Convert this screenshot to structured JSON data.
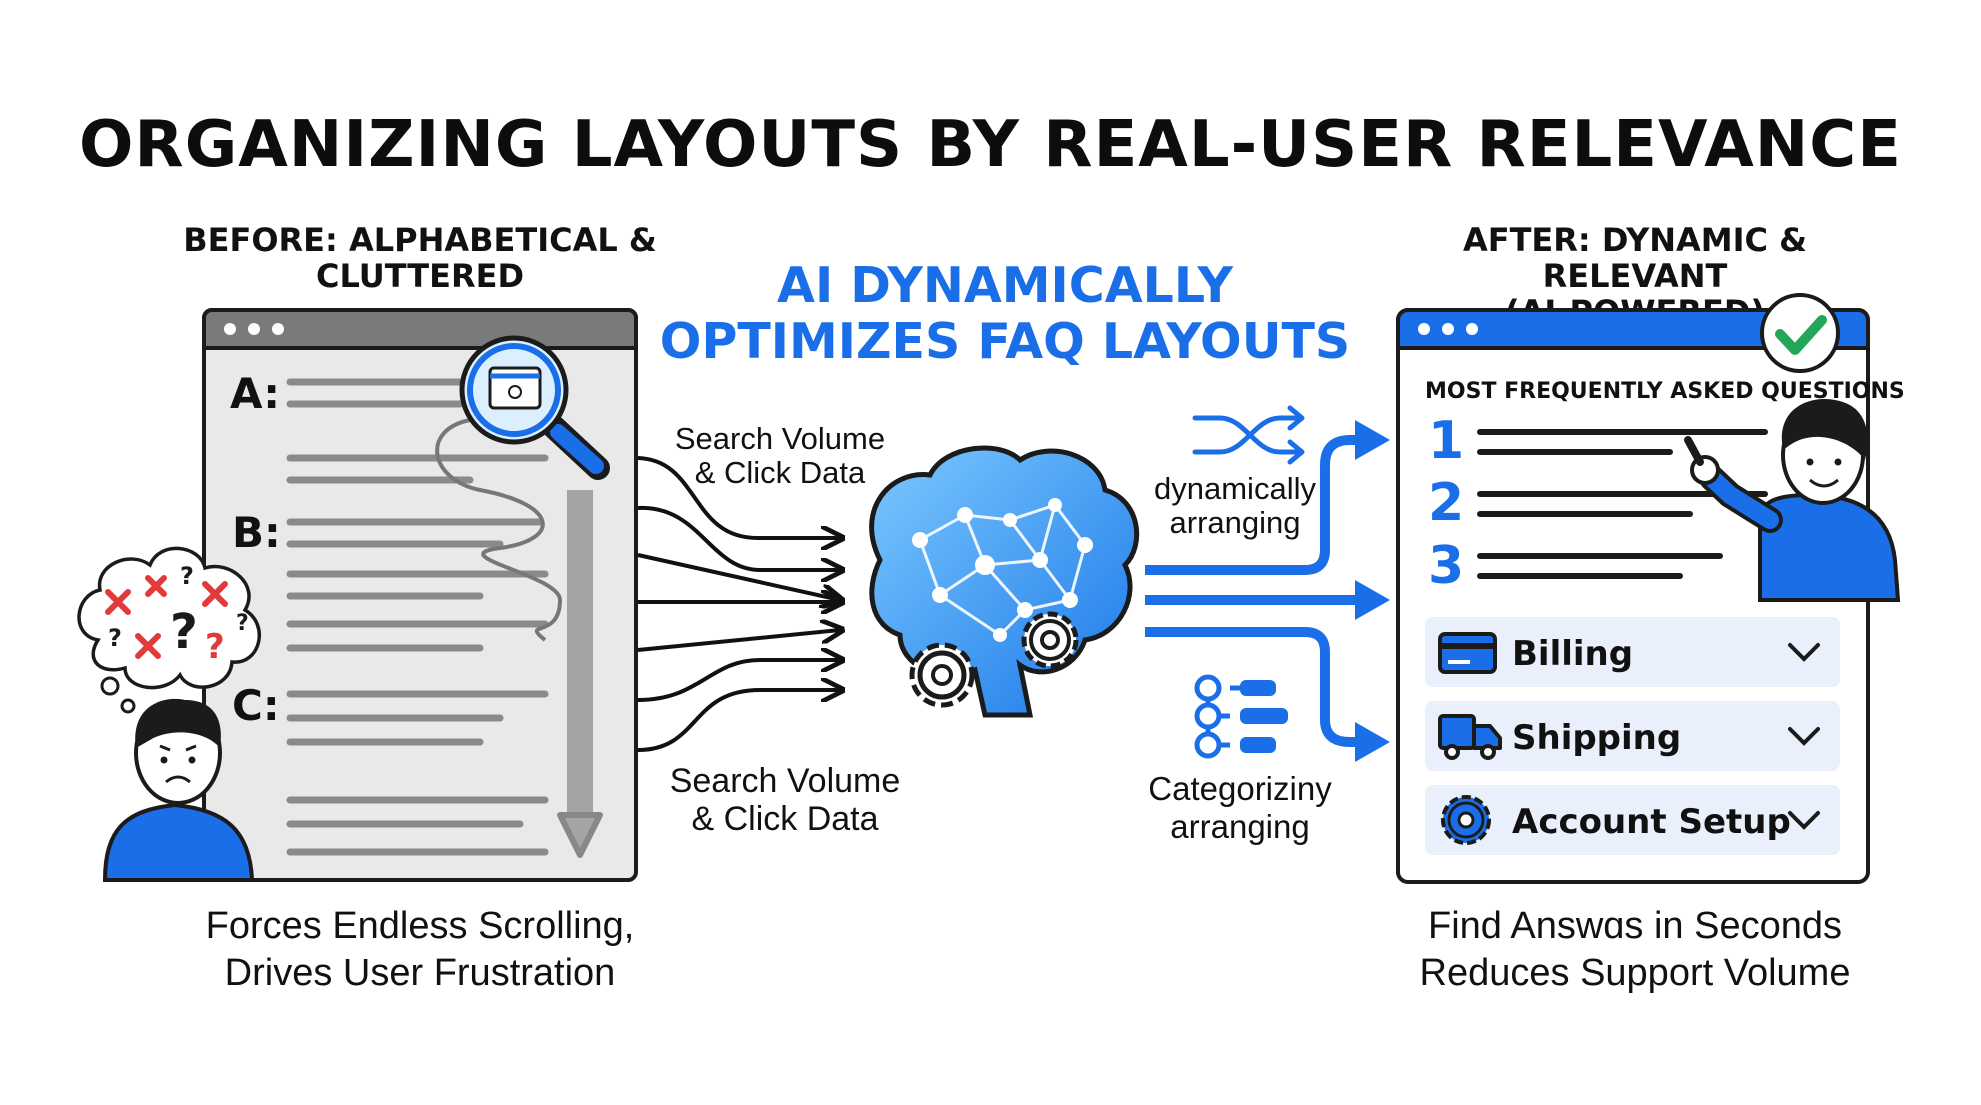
{
  "title": "ORGANIZING LAYOUTS BY REAL-USER RELEVANCE",
  "before": {
    "heading_line1": "BEFORE: ALPHABETICAL &",
    "heading_line2": "CLUTTERED",
    "letters": [
      "A:",
      "B:",
      "C:"
    ],
    "caption_line1": "Forces Endless Scrolling,",
    "caption_line2": "Drives User Frustration"
  },
  "center": {
    "heading_line1": "AI DYNAMICALLY",
    "heading_line2": "OPTIMIZES FAQ LAYOUTS",
    "input_label_top_line1": "Search Volume",
    "input_label_top_line2": "& Click Data",
    "input_label_bottom_line1": "Search Volume",
    "input_label_bottom_line2": "& Click Data",
    "output_label_top_line1": "dynamically",
    "output_label_top_line2": "arranging",
    "output_label_bottom_line1": "Categoriziny",
    "output_label_bottom_line2": "arranging"
  },
  "after": {
    "heading_line1": "AFTER: DYNAMIC & RELEVANT",
    "heading_line2": "(AI-POWERED)",
    "faq_title": "MOST FREQUENTLY ASKED QUESTIONS",
    "ranks": [
      "1",
      "2",
      "3"
    ],
    "categories": [
      {
        "label": "Billing",
        "icon": "credit-card-icon"
      },
      {
        "label": "Shipping",
        "icon": "truck-icon"
      },
      {
        "label": "Account Setup",
        "icon": "gear-icon"
      }
    ],
    "caption_line1": "Find Answɑs in Seconds",
    "caption_line2": "Reduces Support Volume"
  },
  "colors": {
    "accent_blue": "#1a6fe8",
    "dark_outline": "#1b1b1b",
    "red_x": "#e23a3a",
    "check_green": "#23a55a",
    "panel_gray": "#e9e9e9",
    "category_bg": "#e9f0fb"
  }
}
